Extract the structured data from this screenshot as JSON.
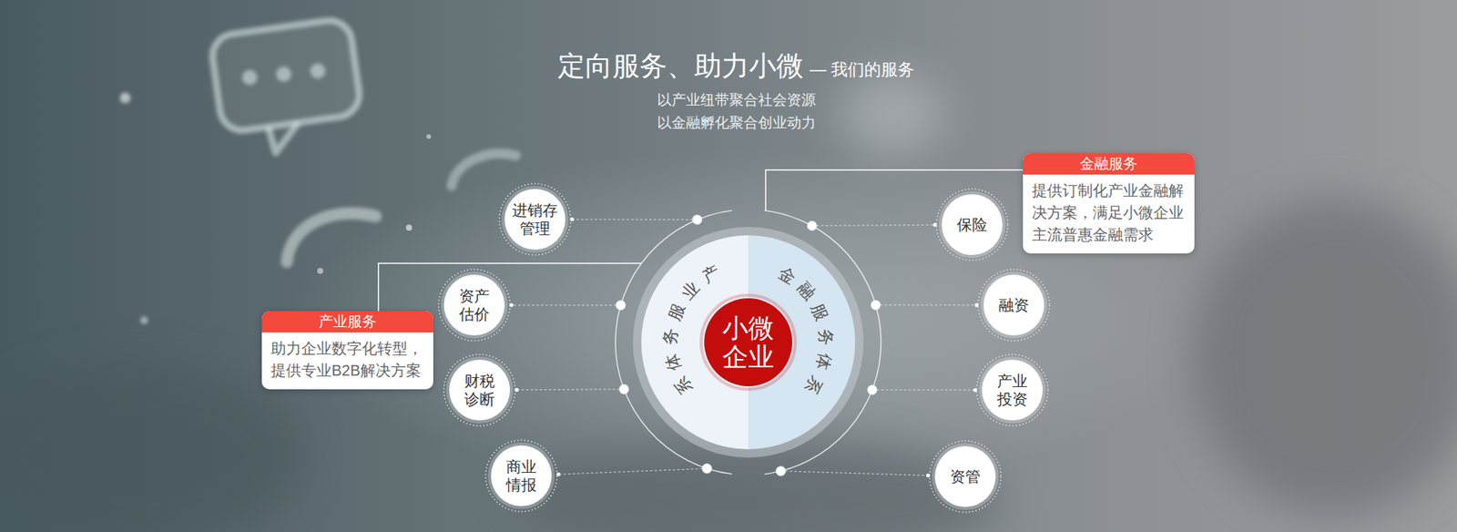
{
  "diagram": {
    "title": "定向服务、助力小微",
    "nodes": [
      {
        "text": [
          "产业服务",
          "助力企业数字化转型，提供专业B2B解决方案"
        ]
      },
      {
        "text": [
          "产业服务体系",
          "金融服务体系"
        ]
      },
      {
        "text": [
          "小微企业"
        ],
        "in": 1
      },
      {
        "text": [
          "金融服务",
          "提供订制化产业金融解决方案，满足小微企业主流普惠金融需求"
        ]
      },
      {
        "text": [
          "进销存管理"
        ]
      },
      {
        "text": [
          "资产估价"
        ]
      },
      {
        "text": [
          "财税诊断"
        ]
      },
      {
        "text": [
          "商业情报"
        ]
      },
      {
        "text": [
          "保险"
        ]
      },
      {
        "text": [
          "融资"
        ]
      },
      {
        "text": [
          "产业投资"
        ]
      },
      {
        "text": [
          "资管"
        ]
      }
    ],
    "edges": [
      {
        "from": 0,
        "to": 1,
        "arrow": "none"
      },
      {
        "from": 3,
        "to": 1,
        "arrow": "none"
      },
      {
        "from": 1,
        "to": 4,
        "arrow": "none"
      },
      {
        "from": 1,
        "to": 5,
        "arrow": "none"
      },
      {
        "from": 1,
        "to": 6,
        "arrow": "none"
      },
      {
        "from": 1,
        "to": 7,
        "arrow": "none"
      },
      {
        "from": 1,
        "to": 8,
        "arrow": "none"
      },
      {
        "from": 1,
        "to": 9,
        "arrow": "none"
      },
      {
        "from": 1,
        "to": 10,
        "arrow": "none"
      },
      {
        "from": 1,
        "to": 11,
        "arrow": "none"
      }
    ],
    "labels": [
      "— 我们的服务",
      "以产业纽带聚合社会资源",
      "以金融孵化聚合创业动力"
    ]
  }
}
